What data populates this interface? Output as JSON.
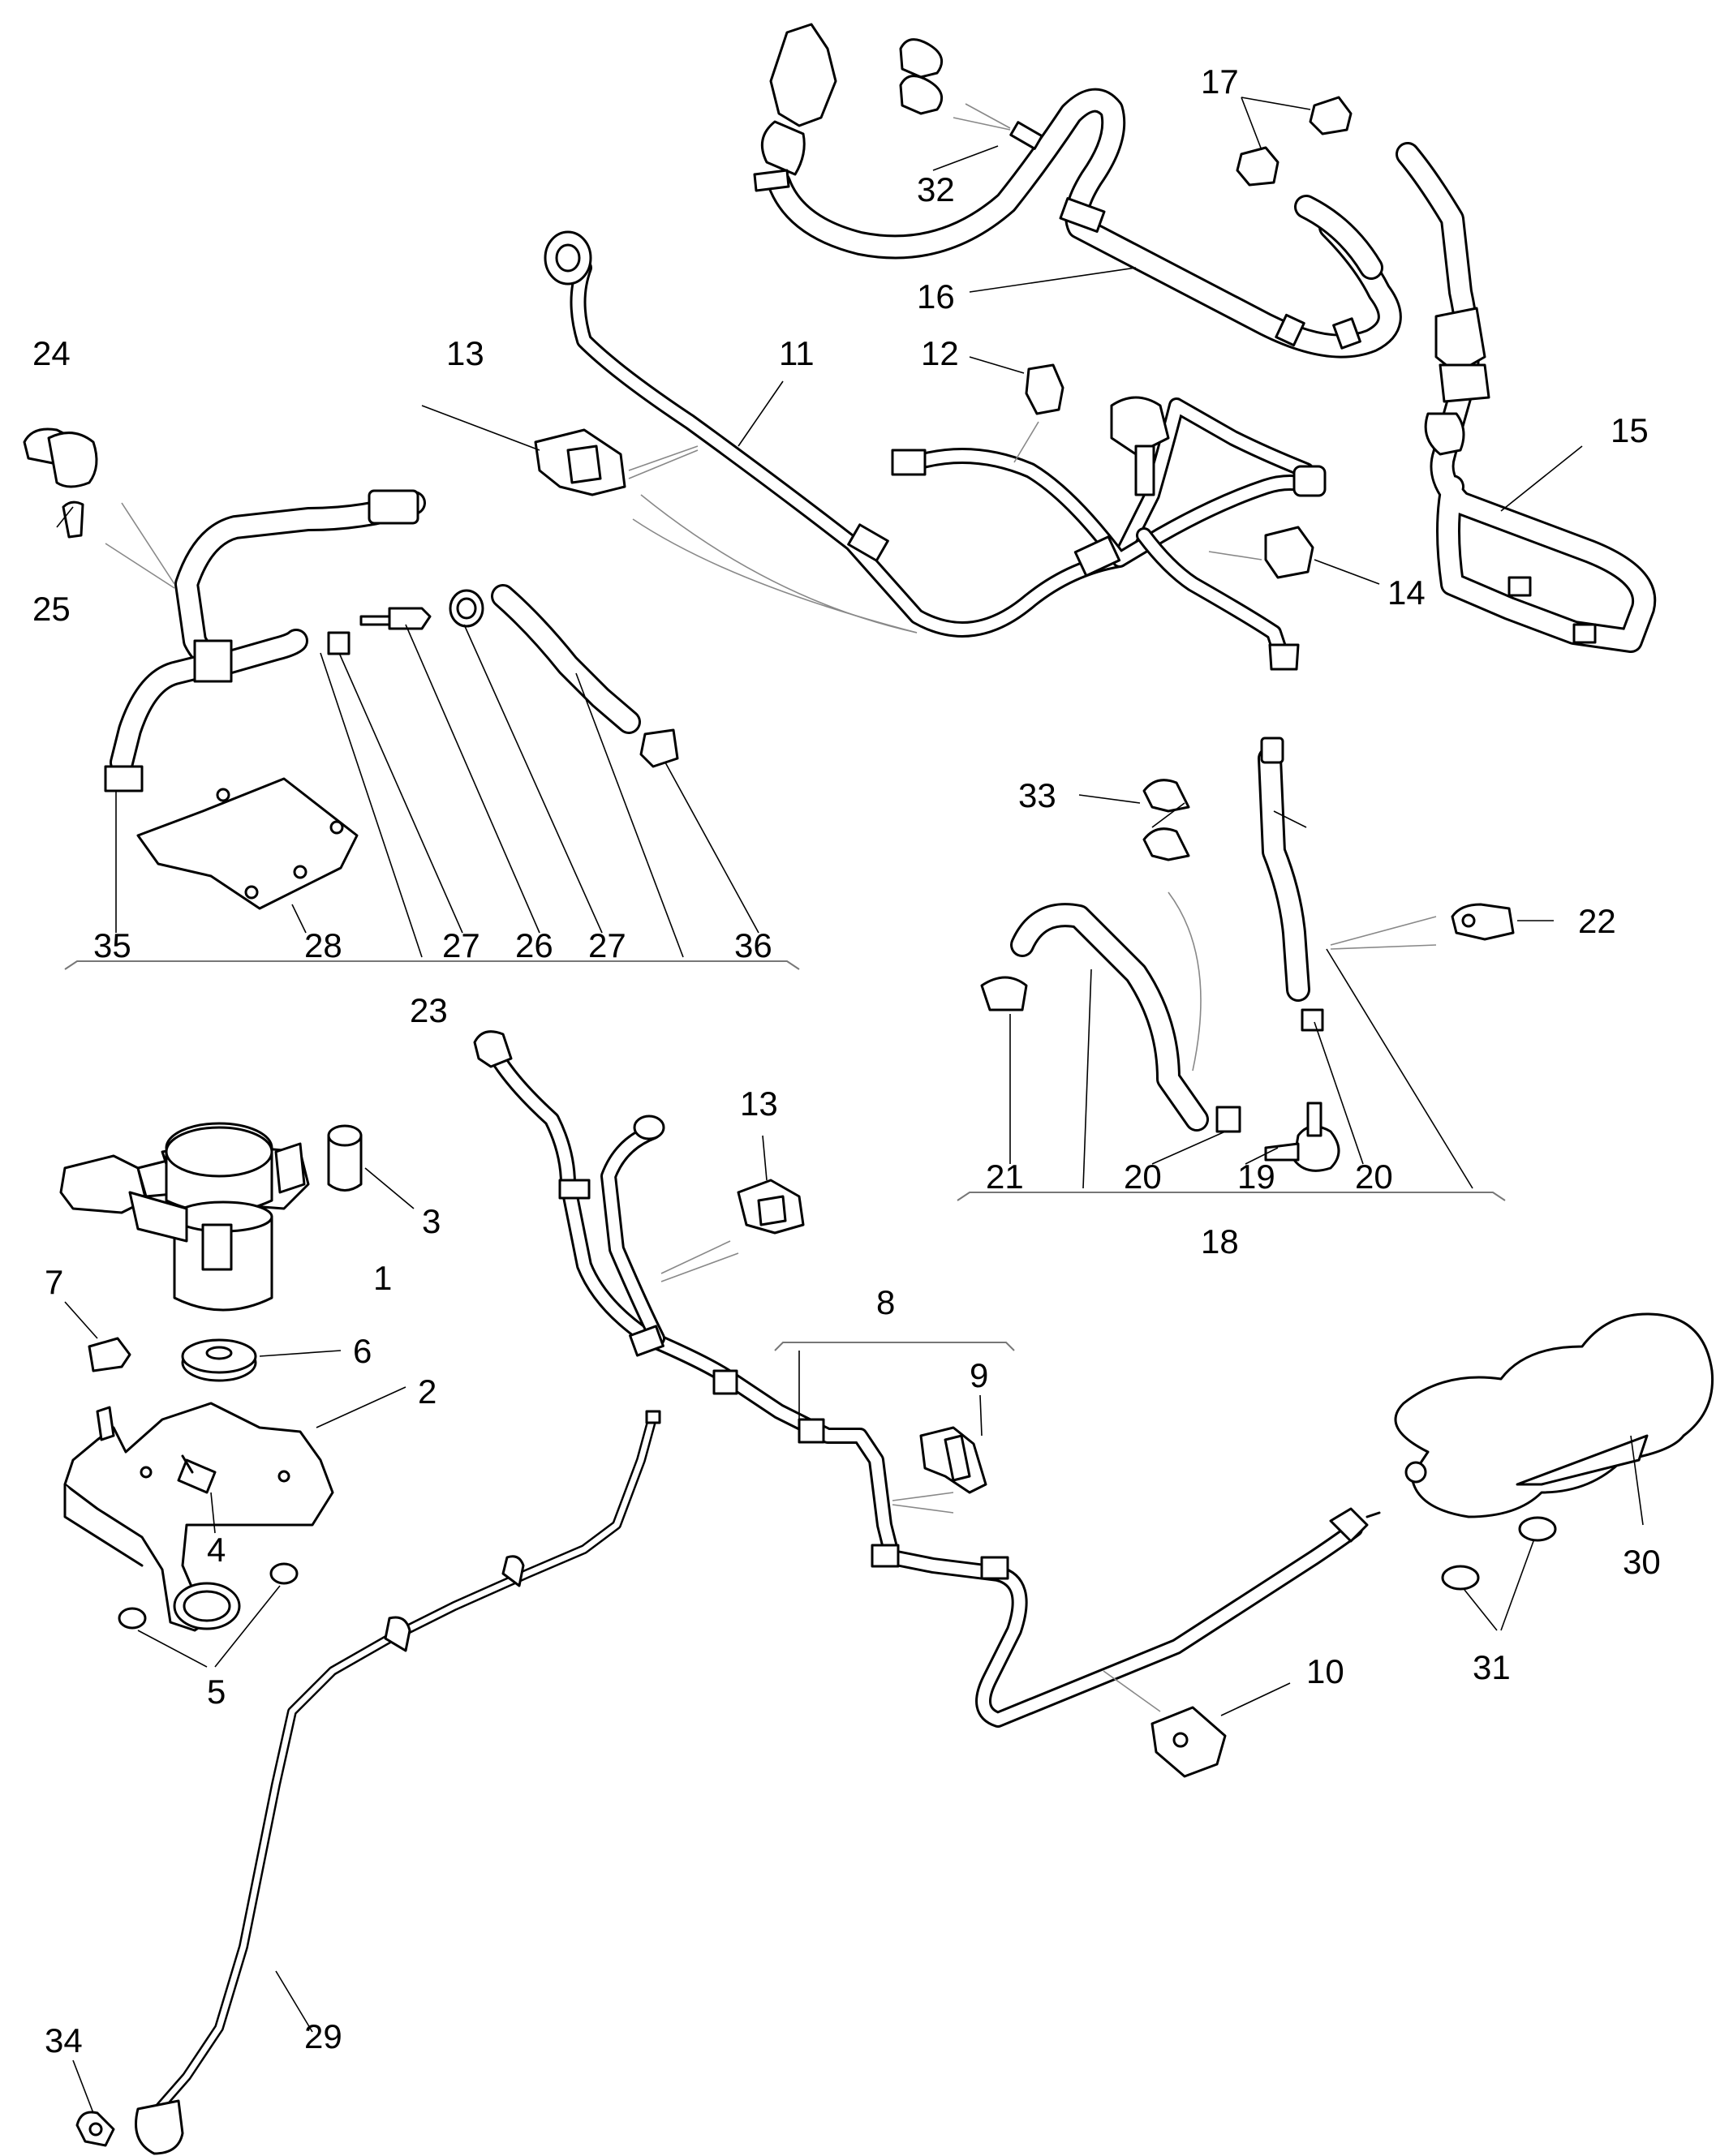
{
  "labels": {
    "l1": "1",
    "l2": "2",
    "l3": "3",
    "l4": "4",
    "l5": "5",
    "l6": "6",
    "l7": "7",
    "l8": "8",
    "l9": "9",
    "l10": "10",
    "l11": "11",
    "l12": "12",
    "l13a": "13",
    "l13b": "13",
    "l14": "14",
    "l15": "15",
    "l16": "16",
    "l17": "17",
    "l18": "18",
    "l19": "19",
    "l20a": "20",
    "l20b": "20",
    "l21": "21",
    "l22": "22",
    "l23": "23",
    "l24": "24",
    "l25": "25",
    "l26": "26",
    "l27a": "27",
    "l27b": "27",
    "l28": "28",
    "l29": "29",
    "l30": "30",
    "l31": "31",
    "l32": "32",
    "l33": "33",
    "l34": "34",
    "l35": "35",
    "l36": "36"
  }
}
